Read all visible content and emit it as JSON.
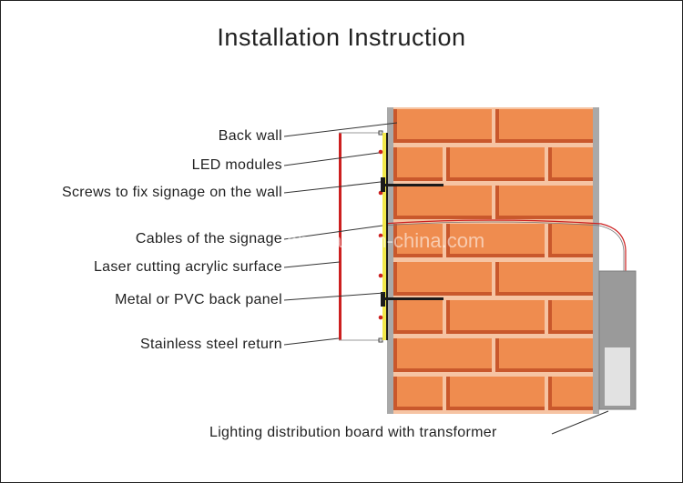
{
  "title": "Installation Instruction",
  "labels": {
    "back_wall": "Back wall",
    "led_modules": "LED modules",
    "screws": "Screws to fix signage on the wall",
    "cables": "Cables of the signage",
    "laser_surface": "Laser cutting acrylic surface",
    "back_panel": "Metal or PVC back panel",
    "steel_return": "Stainless steel return",
    "distribution_board": "Lighting distribution board with transformer"
  },
  "watermark": "jinyifan.en.made-in-china.com",
  "colors": {
    "brick": "#ef8c4f",
    "brick_shadow": "#c9582c",
    "mortar": "#f6c4a3",
    "wall_gray": "#a9a9a9",
    "acrylic_red": "#cc1f1f",
    "led_yellow": "#f2e84a",
    "panel_black": "#1a1a1a",
    "box_gray": "#9a9a9a"
  }
}
